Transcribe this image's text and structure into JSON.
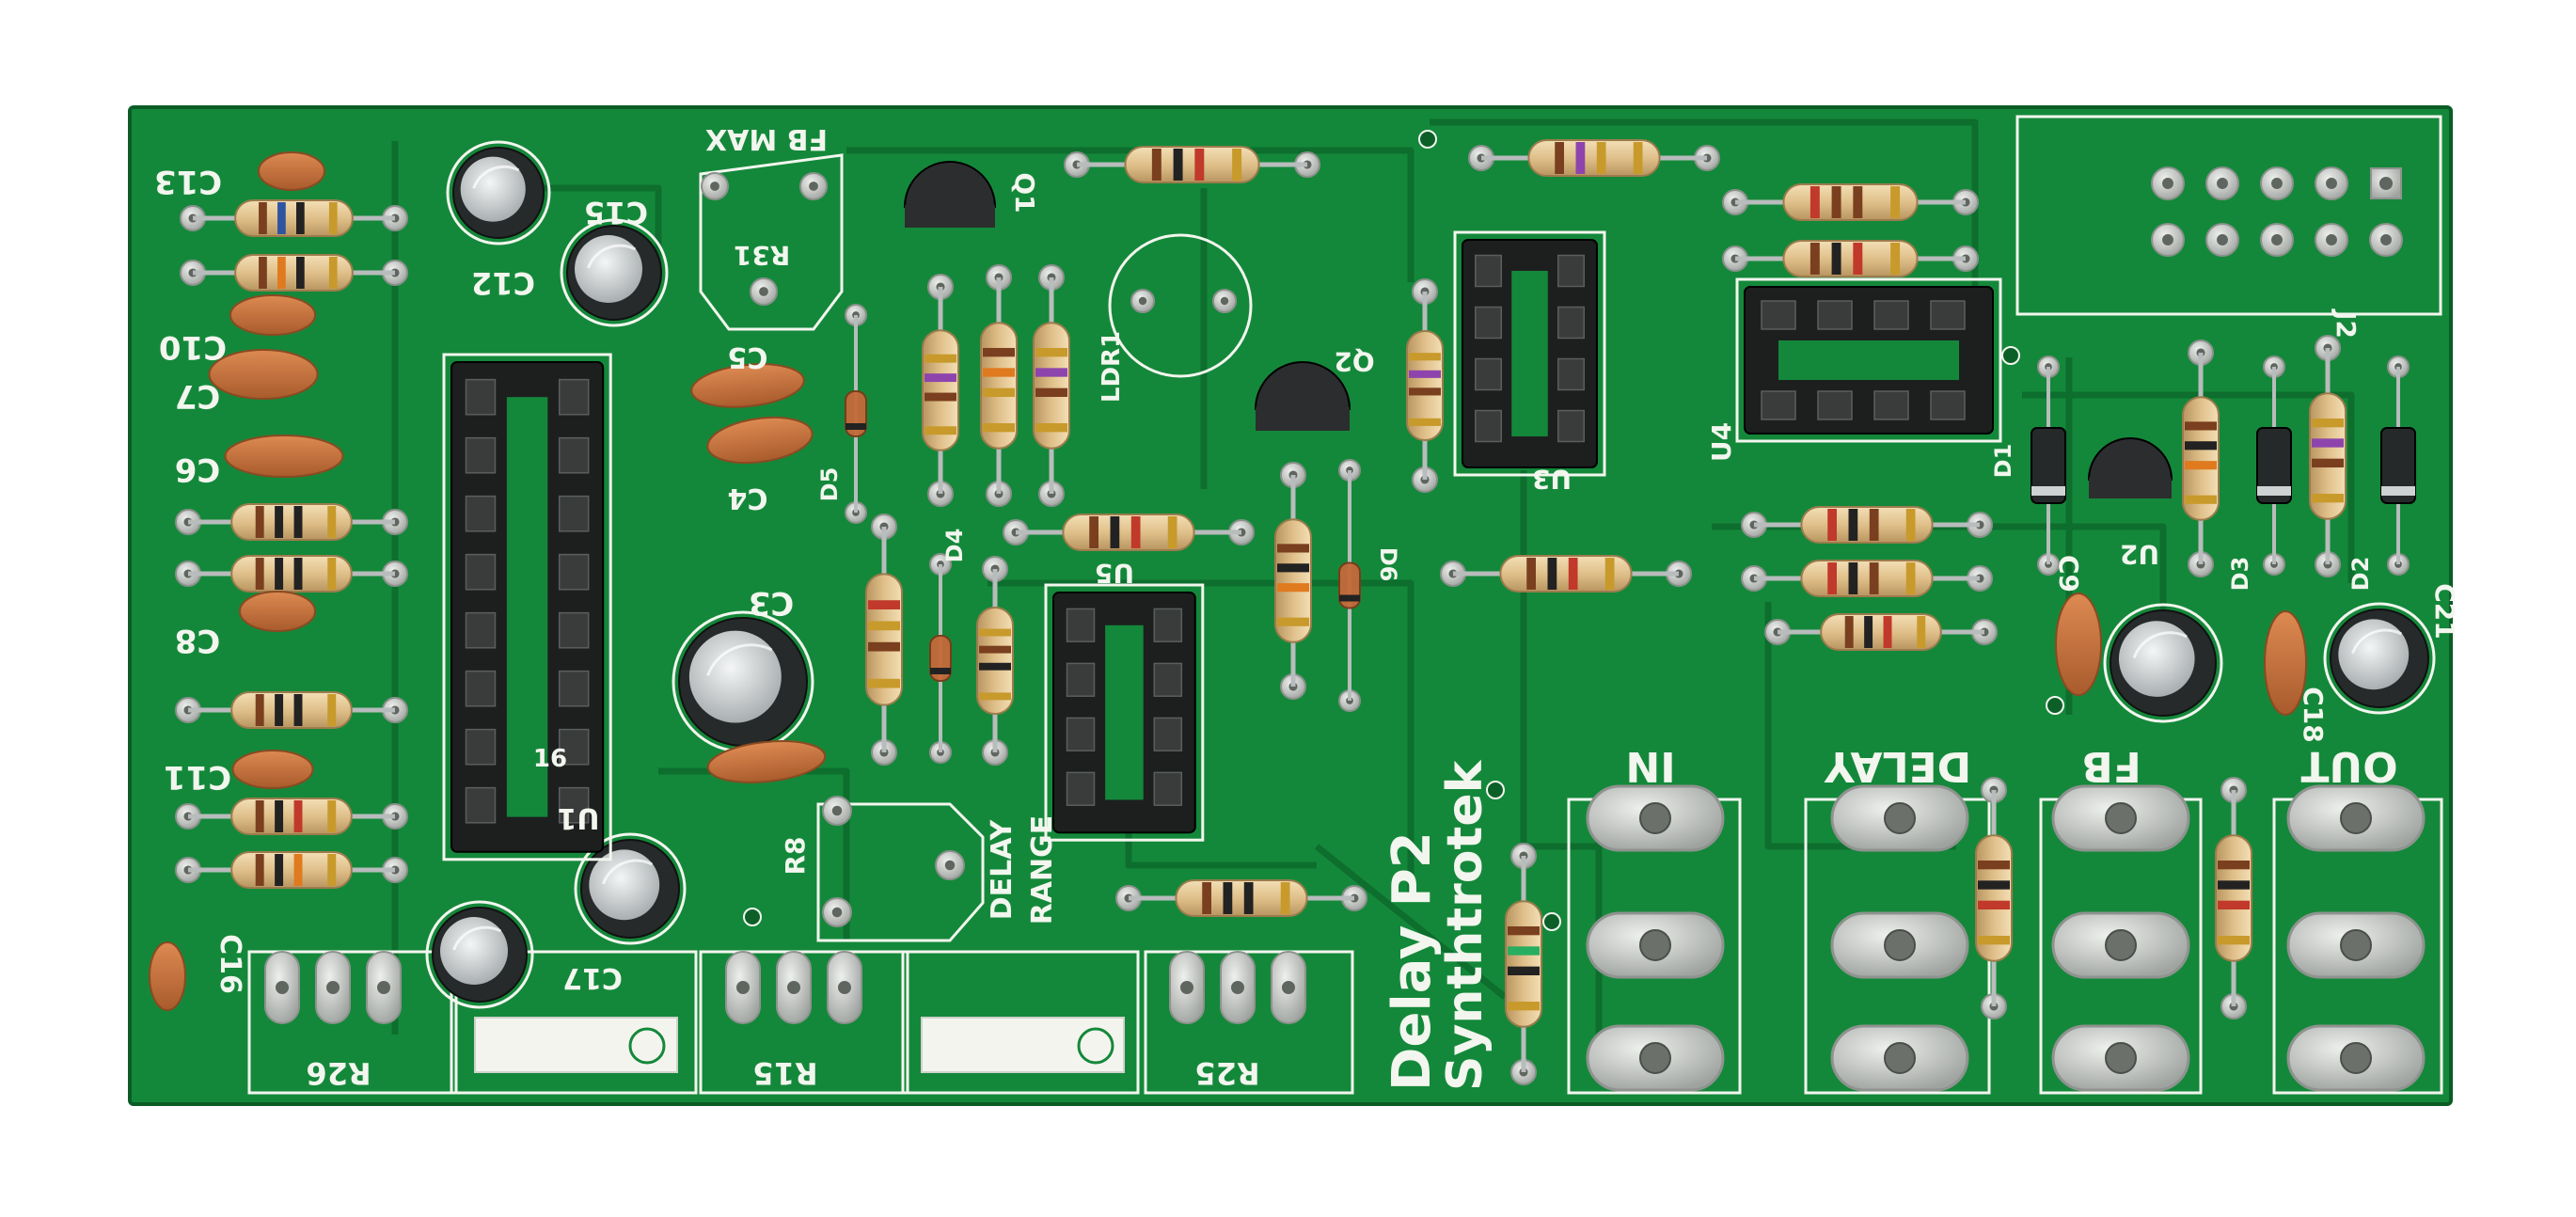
{
  "colors": {
    "background": "#ffffff",
    "board": "#14883a",
    "board_dark": "#0e6e2d",
    "trace": "#0f7a33",
    "silkscreen": "#f2f6ee",
    "pad": "#c9cbc8",
    "pad_hole": "#6f7570",
    "resistor_body": "#e2c48f",
    "cap_ceramic": "#c9733e",
    "cap_electrolytic": "#262a2b",
    "cap_top": "#cfd3d4",
    "socket": "#1d1f1f",
    "transistor": "#2b2d2f"
  },
  "board": {
    "title_line1": "Delay  P2",
    "title_line2": "Synthtrotek"
  },
  "jack_labels": [
    "IN",
    "DELAY",
    "FB",
    "OUT"
  ],
  "labels": {
    "c13": "C13",
    "c12": "C12",
    "c15": "C15",
    "c10": "C10",
    "c7": "C7",
    "c6": "C6",
    "c8": "C8",
    "c11": "C11",
    "c16": "C16",
    "c17": "C17",
    "c5": "C5",
    "c4": "C4",
    "c3": "C3",
    "c9": "C9",
    "c18": "C18",
    "c21": "C21",
    "fb_max": "FB MAX",
    "r31": "R31",
    "q1": "Q1",
    "q2": "Q2",
    "ldr1": "LDR1",
    "d5": "D5",
    "d4": "D4",
    "d6": "D6",
    "d1": "D1",
    "d2": "D2",
    "d3": "D3",
    "u1": "U1",
    "u2": "U2",
    "u3": "U3",
    "u4": "U4",
    "u5": "U5",
    "j2": "J2",
    "r8": "R8",
    "delay_range_1": "DELAY",
    "delay_range_2": "RANGE",
    "r26": "R26",
    "r15": "R15",
    "r25": "R25",
    "sixteen": "16"
  }
}
